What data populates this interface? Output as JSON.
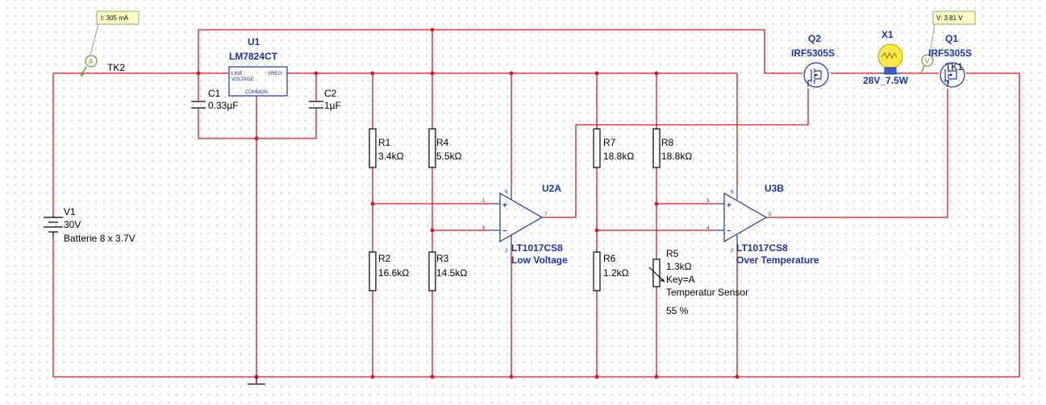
{
  "probes": {
    "current": {
      "text": "I: 305 mA",
      "symbol": "A"
    },
    "voltage": {
      "text": "V: 3.81 V",
      "symbol": "V"
    }
  },
  "connectors": {
    "tk2": "TK2",
    "tk1": "TK1"
  },
  "source": {
    "ref": "V1",
    "value": "30V",
    "desc": "Batterie 8 x 3.7V"
  },
  "regulator": {
    "ref": "U1",
    "part": "LM7824CT",
    "pin_line": "LINE",
    "pin_voltage": "VOLTAGE",
    "pin_vreg": "VREG",
    "pin_common": "COMMON"
  },
  "capacitors": [
    {
      "ref": "C1",
      "value": "0.33µF"
    },
    {
      "ref": "C2",
      "value": "1µF"
    }
  ],
  "resistors": [
    {
      "ref": "R1",
      "value": "3.4kΩ"
    },
    {
      "ref": "R4",
      "value": "5.5kΩ"
    },
    {
      "ref": "R2",
      "value": "16.6kΩ"
    },
    {
      "ref": "R3",
      "value": "14.5kΩ"
    },
    {
      "ref": "R7",
      "value": "18.8kΩ"
    },
    {
      "ref": "R8",
      "value": "18.8kΩ"
    },
    {
      "ref": "R6",
      "value": "1.2kΩ"
    }
  ],
  "potentiometer": {
    "ref": "R5",
    "value": "1.3kΩ",
    "key": "Key=A",
    "desc": "Temperatur Sensor",
    "setting": "55 %"
  },
  "opamps": [
    {
      "ref": "U2A",
      "part": "LT1017CS8",
      "desc": "Low Voltage",
      "pin_plus": "1",
      "pin_minus": "8",
      "pin_out": "7",
      "pin_vcc": "6",
      "pin_vee": "2"
    },
    {
      "ref": "U3B",
      "part": "LT1017CS8",
      "desc": "Over Temperature",
      "pin_plus": "3",
      "pin_minus": "4",
      "pin_out": "5",
      "pin_vcc": "6",
      "pin_vee": "2"
    }
  ],
  "mosfets": [
    {
      "ref": "Q2",
      "part": "IRF5305S"
    },
    {
      "ref": "Q1",
      "part": "IRF5305S"
    }
  ],
  "lamp": {
    "ref": "X1",
    "value": "28V_7.5W"
  },
  "colors": {
    "wire": "#e0141e",
    "component_label": "#1a33b8",
    "probe_fill": "#ffffc8"
  }
}
